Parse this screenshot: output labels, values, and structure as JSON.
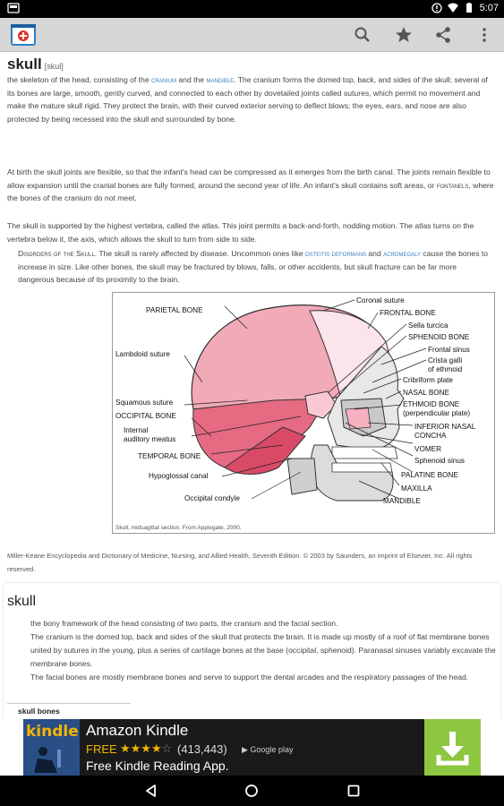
{
  "status_bar": {
    "time": "5:07"
  },
  "action_bar": {
    "icons": [
      "app-logo-icon",
      "search-icon",
      "star-icon",
      "share-icon",
      "overflow-menu-icon"
    ]
  },
  "entry": {
    "term": "skull",
    "pronunciation": "[skul]",
    "p1": {
      "a": "the skeleton of the head, consisting of the ",
      "link1": "cranium",
      "b": " and the ",
      "link2": "mandible",
      "c": ". The cranium forms the domed top, back, and sides of the skull; several of its bones are large, smooth, gently curved, and connected to each other by dovetailed joints called sutures, which permit no movement and make the mature skull rigid. They protect the brain, with their curved exterior serving to deflect blows; the eyes, ears, and nose are also protected by being recessed into the skull and surrounded by bone."
    },
    "p2": {
      "a": "At birth the skull joints are flexible, so that the infant's head can be compressed as it emerges from the birth canal. The joints remain flexible to allow expansion until the cranial bones are fully formed, around the second year of life. An infant's skull contains soft areas, or ",
      "link": "fontanels",
      "b": ", where the bones of the cranium do not meet."
    },
    "p3": "The skull is supported by the highest vertebra, called the atlas. This joint permits a back-and-forth, nodding motion. The atlas turns on the vertebra below it, the axis, which allows the skull to turn from side to side.",
    "p4": {
      "head": "Disorders of the Skull.",
      "a": " The skull is rarely affected by disease. Uncommon ones like ",
      "link1": "osteitis deformans",
      "b": " and ",
      "link2": "acromegaly",
      "c": " cause the bones to increase in size. Like other bones, the skull may be fractured by blows, falls, or other accidents, but skull fracture can be far more dangerous because of its proximity to the brain."
    },
    "source": "Miller-Keane Encyclopedia and Dictionary of Medicine, Nursing, and Allied Health, Seventh Edition. © 2003 by Saunders, an imprint of Elsevier, Inc. All rights reserved."
  },
  "figure": {
    "caption": "Skull, midsagittal section. From Applegate, 2000.",
    "labels": {
      "parietal": "PARIETAL BONE",
      "coronal": "Coronal suture",
      "frontal": "FRONTAL BONE",
      "sella": "Sella turcica",
      "sphenoid": "SPHENOID BONE",
      "frontal_sinus": "Frontal sinus",
      "crista1": "Crista galli",
      "crista2": "of ethmoid",
      "cribriform": "Cribriform plate",
      "nasal": "NASAL BONE",
      "ethmoid1": "ETHMOID BONE",
      "ethmoid2": "(perpendicular plate)",
      "inferior1": "INFERIOR NASAL",
      "inferior2": "CONCHA",
      "vomer": "VOMER",
      "sphenoid_sinus": "Sphenoid sinus",
      "palatine": "PALATINE BONE",
      "maxilla": "MAXILLA",
      "mandible": "MANDIBLE",
      "lambdoid": "Lambdoid suture",
      "squamous": "Squamous suture",
      "occipital": "OCCIPITAL BONE",
      "internal1": "Internal",
      "internal2": "auditory meatus",
      "temporal": "TEMPORAL BONE",
      "hypoglossal": "Hypoglossal canal",
      "condyle": "Occipital condyle"
    }
  },
  "second_entry": {
    "title": "skull",
    "d1": "the bony framework of the head consisting of two parts, the cranium and the facial section.",
    "d2": "The cranium is the domed top, back and sides of the skull that protects the brain. It is made up mostly of a roof of flat membrane bones united by sutures in the young, plus a series of cartilage bones at the base (occipital, sphenoid). Paranasal sinuses variably excavate the membrane bones.",
    "d3": "The facial bones are mostly membrane bones and serve to support the dental arcades and the respiratory passages of the head.",
    "subheading": "skull bones"
  },
  "ad": {
    "logo_text": "kindle",
    "title": "Amazon Kindle",
    "price": "FREE",
    "stars": "★★★★",
    "half_star": "☆",
    "rating_count": "(413,443)",
    "store": "Google play",
    "tagline": "Free Kindle Reading App."
  },
  "colors": {
    "action_bar": "#d6d6d6",
    "link": "#3a7fc1",
    "ad_accent": "#f4b400",
    "download": "#8dc63f"
  }
}
